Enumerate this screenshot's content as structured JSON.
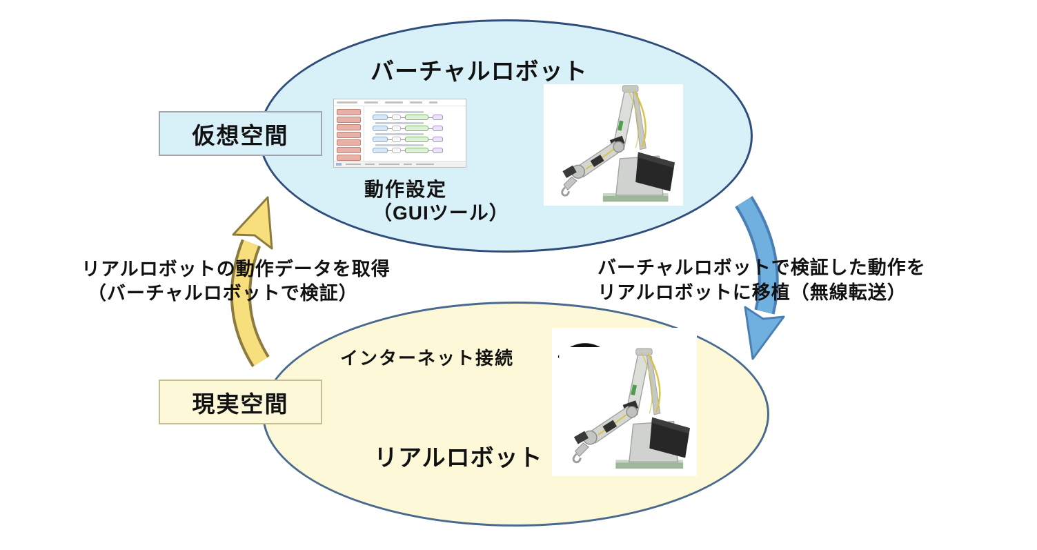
{
  "diagram_title": "virtual-real robot digital twin loop",
  "colors": {
    "virtual_fill": "#d8f0f8",
    "virtual_border": "#2e4d7a",
    "real_fill": "#fcf8d8",
    "real_border": "#49698f",
    "up_arrow_fill": "#f8df7d",
    "up_arrow_outline": "#8c7b3e",
    "down_arrow_fill": "#6fb0de",
    "down_arrow_outline": "#4a7fb5",
    "text": "#111111"
  },
  "virtual_space": {
    "label": "仮想空間"
  },
  "real_space": {
    "label": "現実空間"
  },
  "virtual_robot": {
    "title": "バーチャルロボット",
    "caption_line1": "動作設定",
    "caption_line2": "（GUIツール）"
  },
  "real_robot": {
    "internet_label": "インターネット接続",
    "title": "リアルロボット"
  },
  "upload_arrow": {
    "line1": "リアルロボットの動作データを取得",
    "line2": "（バーチャルロボットで検証）"
  },
  "download_arrow": {
    "line1": "バーチャルロボットで検証した動作を",
    "line2": "リアルロボットに移植（無線転送）"
  }
}
